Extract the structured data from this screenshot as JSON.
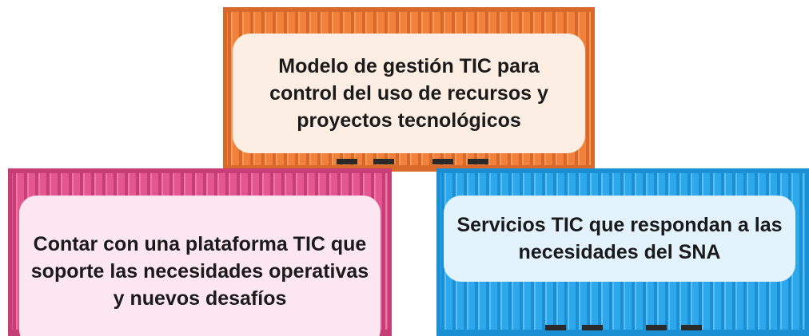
{
  "containers": [
    {
      "id": "top",
      "text": "Modelo de gestión TIC para control del uso de recursos y proyectos tecnológicos",
      "body_color": "#f0803a",
      "rib_dark": "#d8692a",
      "rib_light": "#f69a58",
      "label_bg": "#fdeee4"
    },
    {
      "id": "left",
      "text": "Contar con una plataforma TIC que soporte las necesidades operativas y nuevos desafíos",
      "body_color": "#e4568f",
      "rib_dark": "#c73e76",
      "rib_light": "#ee77a7",
      "label_bg": "#fce6ef"
    },
    {
      "id": "right",
      "text": "Servicios TIC que respondan a las necesidades del SNA",
      "body_color": "#2ea8ec",
      "rib_dark": "#1a8fd4",
      "rib_light": "#5bc0f5",
      "label_bg": "#e2f3fd"
    }
  ]
}
